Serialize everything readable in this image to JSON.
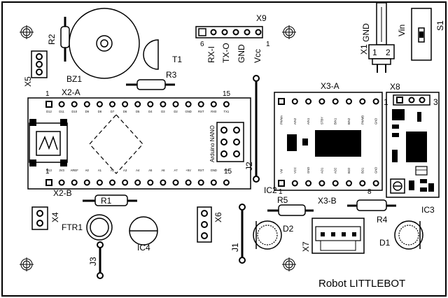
{
  "board": {
    "title": "Robot LITTLEBOT"
  },
  "components": {
    "r2": "R2",
    "bz1": "BZ1",
    "t1": "T1",
    "r3": "R3",
    "x5": "X5",
    "x9": "X9",
    "x9_pins": [
      "RX-I",
      "TX-O",
      "GND",
      "Vcc"
    ],
    "x9_pin6": "6",
    "x9_pin1": "1",
    "x1": "X1",
    "x1_gnd": "GND",
    "x1_vin": "Vin",
    "x1_p1": "1",
    "x1_p2": "2",
    "s1": "S1",
    "x2a": "X2-A",
    "x2b": "X2-B",
    "x2_pin1": "1",
    "x2_pin15": "15",
    "x2b_pin1": "1",
    "x2b_pin15": "15",
    "arduino": "Arduino NANO",
    "j2": "J2",
    "x3a": "X3-A",
    "x3b": "X3-B",
    "ic2": "IC2",
    "ic2_pin1": "1",
    "ic2_pin8": "8",
    "x8": "X8",
    "x8_pin1": "1",
    "x8_pin3": "3",
    "ic3": "IC3",
    "r1": "R1",
    "x4": "X4",
    "ftr1": "FTR1",
    "ic4": "IC4",
    "j3": "J3",
    "x6": "X6",
    "j1": "J1",
    "r5": "R5",
    "d2": "D2",
    "x7": "X7",
    "r4": "R4",
    "d1": "D1"
  },
  "nano_top_pins": [
    "D12",
    "D11",
    "D10",
    "D9",
    "D8",
    "D7",
    "D6",
    "D5",
    "D4",
    "D3",
    "D2",
    "GND",
    "RST",
    "RX0",
    "TX1"
  ],
  "nano_bottom_pins": [
    "D13",
    "3V3",
    "AREF",
    "A0",
    "A1",
    "A2",
    "A3",
    "A4",
    "A5",
    "A6",
    "A7",
    "+5V",
    "RST",
    "GND",
    "VIN"
  ],
  "ic2_top_pins": [
    "PWMA",
    "AIN2",
    "AIN1",
    "STBY",
    "BIN1",
    "BIN2",
    "PWMB",
    "GND"
  ],
  "ic2_bottom_pins": [
    "VM",
    "VCC",
    "GND",
    "AO1",
    "AO2",
    "BO2",
    "BO1",
    "GND"
  ]
}
